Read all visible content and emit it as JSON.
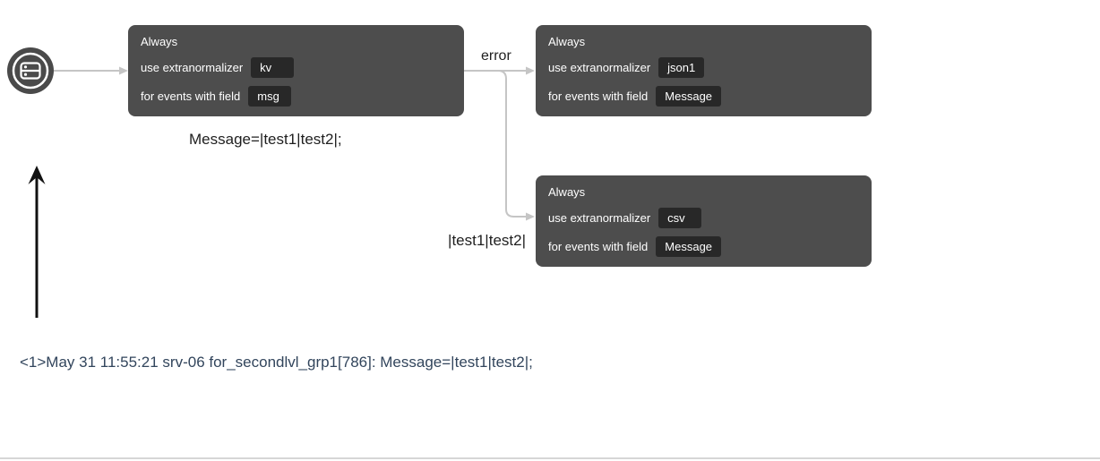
{
  "diagram": {
    "edge_label_error": "error",
    "annotation_message": "Message=|test1|test2|;",
    "annotation_branch": "|test1|test2|",
    "log_line": "<1>May 31 11:55:21 srv-06 for_secondlvl_grp1[786]: Message=|test1|test2|;"
  },
  "nodes": [
    {
      "condition": "Always",
      "action_label": "use extranormalizer",
      "action_value": "kv",
      "field_label": "for events with field",
      "field_value": "msg"
    },
    {
      "condition": "Always",
      "action_label": "use extranormalizer",
      "action_value": "json1",
      "field_label": "for events with field",
      "field_value": "Message"
    },
    {
      "condition": "Always",
      "action_label": "use extranormalizer",
      "action_value": "csv",
      "field_label": "for events with field",
      "field_value": "Message"
    }
  ],
  "icons": {
    "source": "server-icon"
  },
  "colors": {
    "node_bg": "#4d4d4d",
    "chip_bg": "#282828",
    "node_text": "#ffffff",
    "connector": "#c5c5c5",
    "log_text": "#32455c",
    "annotation_text": "#1f1f1f",
    "divider": "#d6d6d6"
  }
}
